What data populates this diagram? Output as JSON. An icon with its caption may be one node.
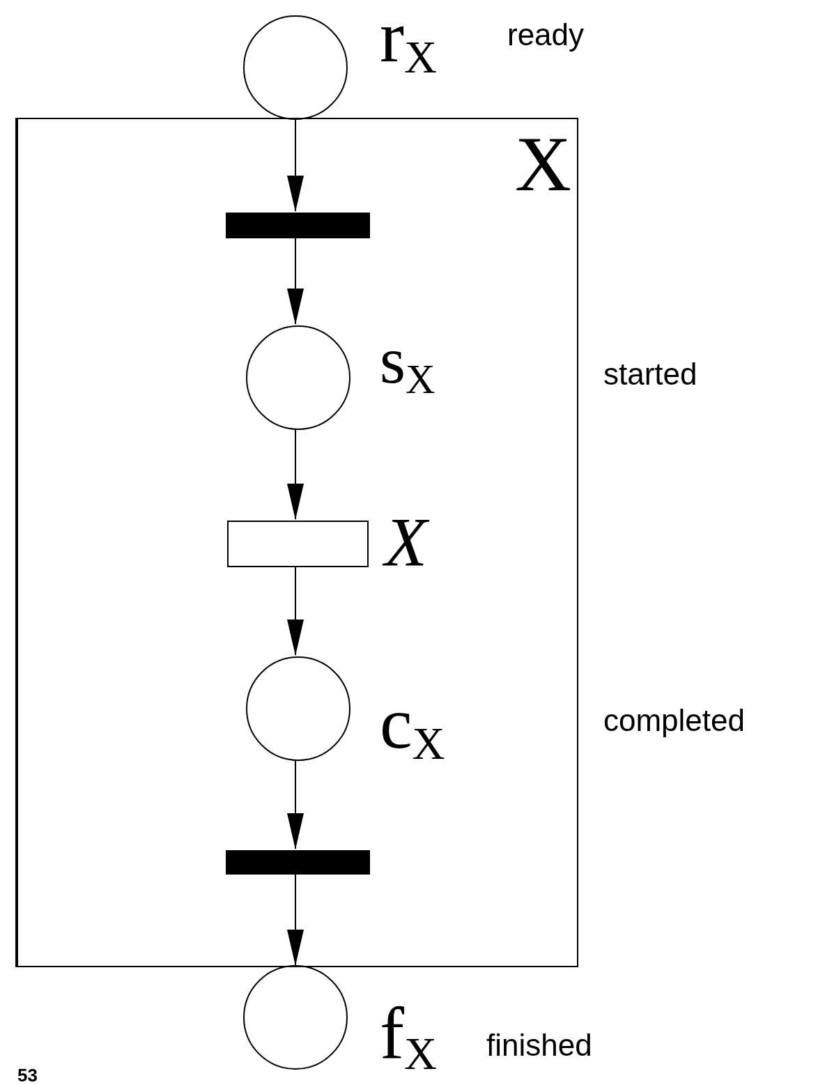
{
  "diagram": {
    "nodes": [
      {
        "text": [
          "X"
        ]
      },
      {
        "text": [],
        "shape": "circle",
        "beside": [
          "r$_{X}$",
          "ready"
        ]
      },
      {
        "text": [],
        "shape": "bar",
        "in": 0
      },
      {
        "text": [],
        "shape": "circle",
        "in": 0,
        "beside": [
          "s$_{X}$"
        ]
      },
      {
        "text": [],
        "shape": "box",
        "in": 0,
        "beside": [
          "X"
        ]
      },
      {
        "text": [],
        "shape": "circle",
        "in": 0,
        "beside": [
          "c$_{X}$"
        ]
      },
      {
        "text": [],
        "shape": "bar",
        "in": 0
      },
      {
        "text": [],
        "shape": "circle",
        "beside": [
          "f$_{X}$",
          "finished"
        ]
      }
    ],
    "edges": [
      {
        "from": 1,
        "to": 2,
        "arrow": "to"
      },
      {
        "from": 2,
        "to": 3,
        "arrow": "to"
      },
      {
        "from": 3,
        "to": 4,
        "arrow": "to"
      },
      {
        "from": 4,
        "to": 5,
        "arrow": "to"
      },
      {
        "from": 5,
        "to": 6,
        "arrow": "to"
      },
      {
        "from": 6,
        "to": 7,
        "arrow": "to"
      }
    ],
    "labels": [
      "started",
      "completed",
      "53"
    ]
  }
}
